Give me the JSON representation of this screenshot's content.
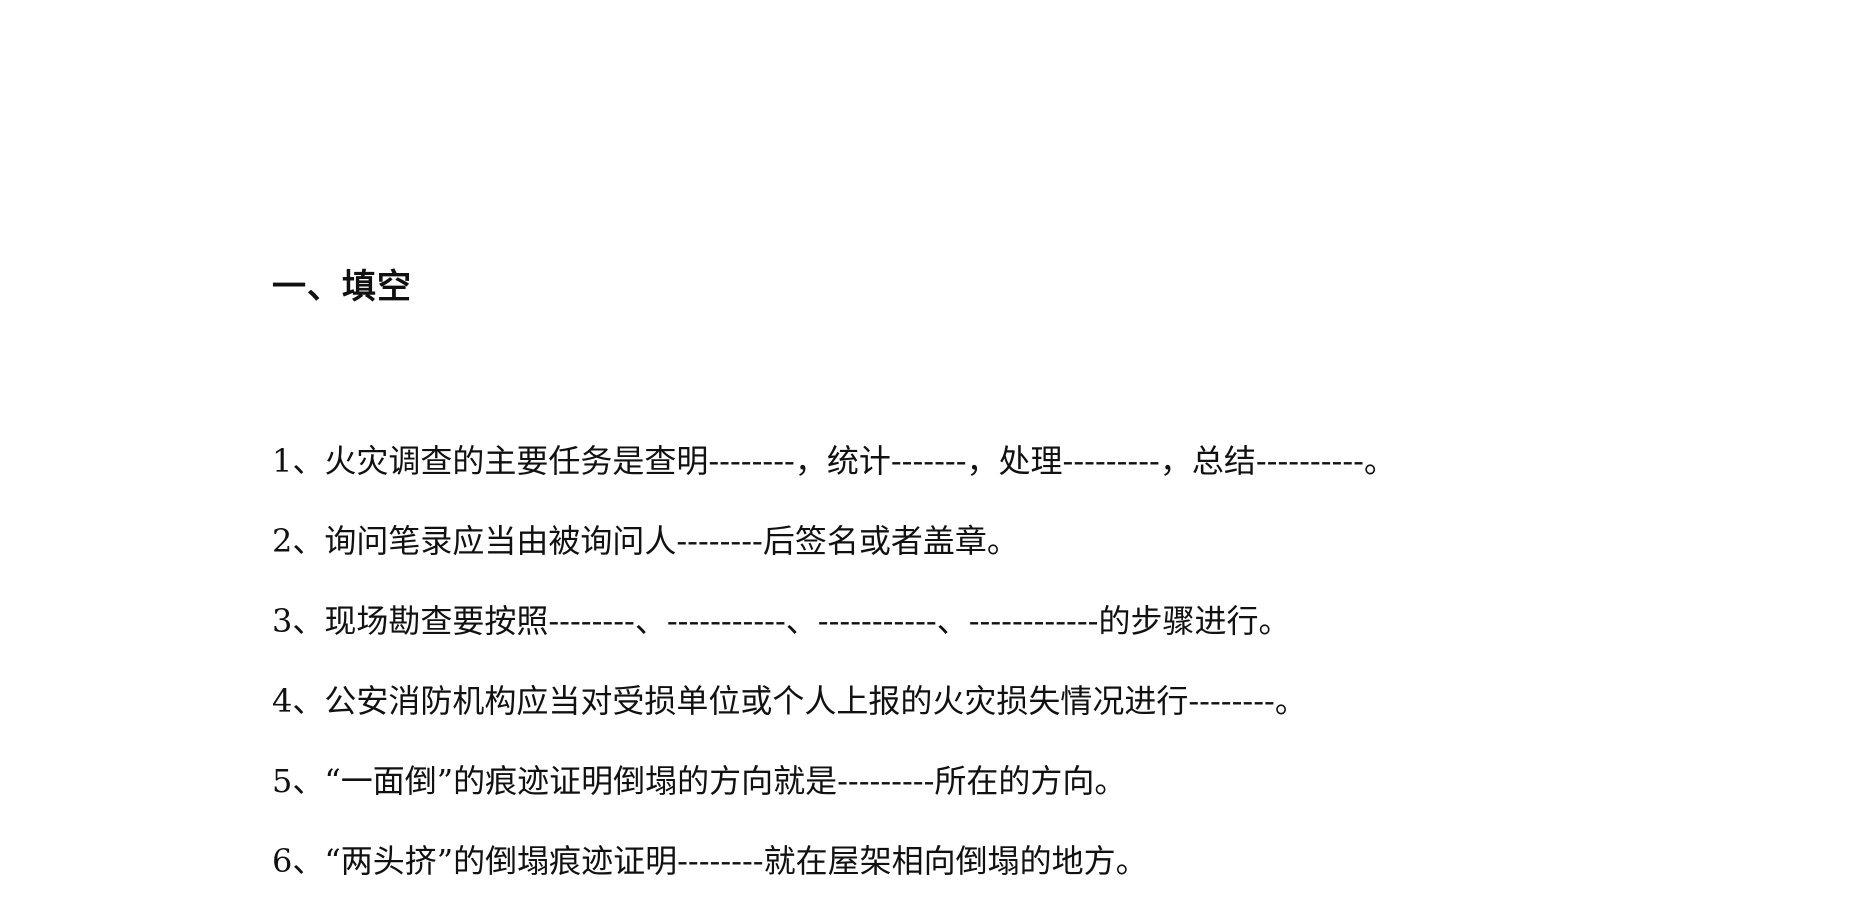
{
  "document": {
    "section_heading": "一、填空",
    "questions": [
      "1、火灾调查的主要任务是查明--------，统计-------，处理---------，总结----------。",
      "2、询问笔录应当由被询问人--------后签名或者盖章。",
      "3、现场勘查要按照--------、-----------、-----------、------------的步骤进行。",
      "4、公安消防机构应当对受损单位或个人上报的火灾损失情况进行--------。",
      "5、“一面倒”的痕迹证明倒塌的方向就是---------所在的方向。",
      "6、“两头挤”的倒塌痕迹证明--------就在屋架相向倒塌的地方。"
    ]
  }
}
